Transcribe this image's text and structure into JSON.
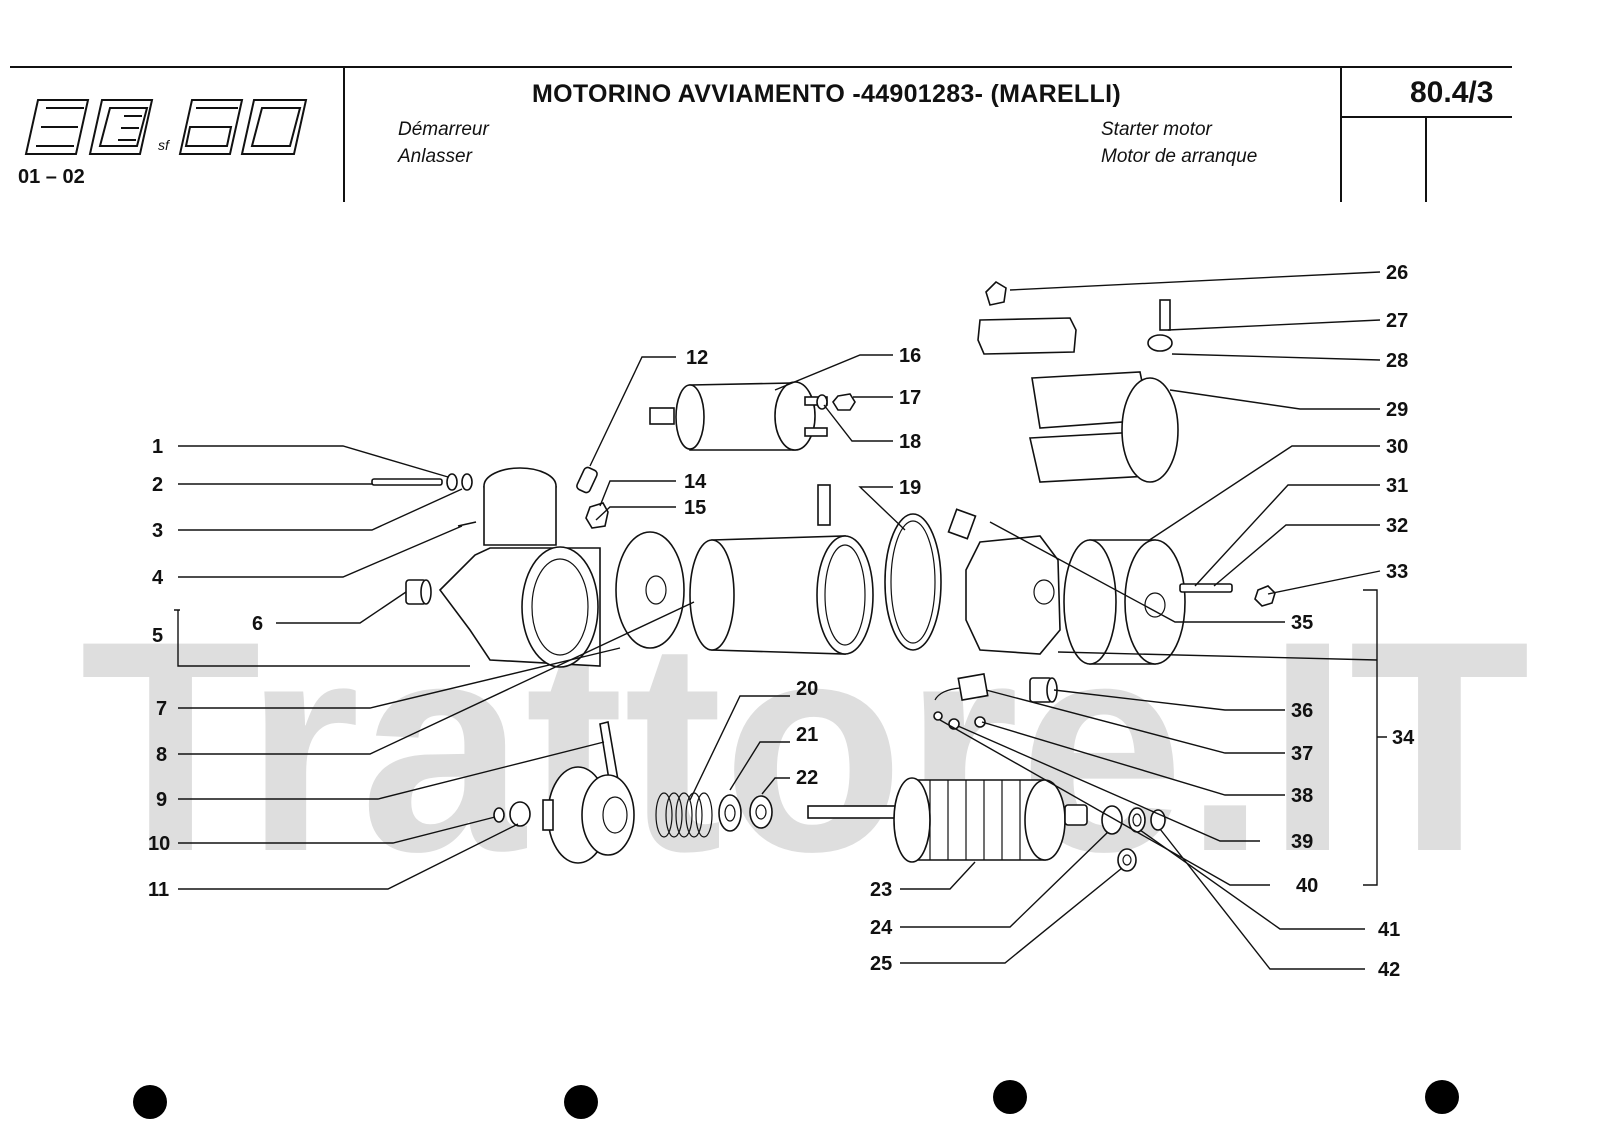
{
  "header": {
    "model_code": "01 – 02",
    "title": "MOTORINO AVVIAMENTO -44901283- (MARELLI)",
    "subtitle_fr": "Démarreur",
    "subtitle_de": "Anlasser",
    "subtitle_en": "Starter motor",
    "subtitle_es": "Motor de arranque",
    "page_number": "80.4/3"
  },
  "logo": {
    "text": "80.60",
    "small_text": "sf"
  },
  "watermark": "Trattore.IT",
  "callouts": [
    "1",
    "2",
    "3",
    "4",
    "5",
    "6",
    "7",
    "8",
    "9",
    "10",
    "11",
    "12",
    "14",
    "15",
    "16",
    "17",
    "18",
    "19",
    "20",
    "21",
    "22",
    "23",
    "24",
    "25",
    "26",
    "27",
    "28",
    "29",
    "30",
    "31",
    "32",
    "33",
    "34",
    "35",
    "36",
    "37",
    "38",
    "39",
    "40",
    "41",
    "42"
  ]
}
